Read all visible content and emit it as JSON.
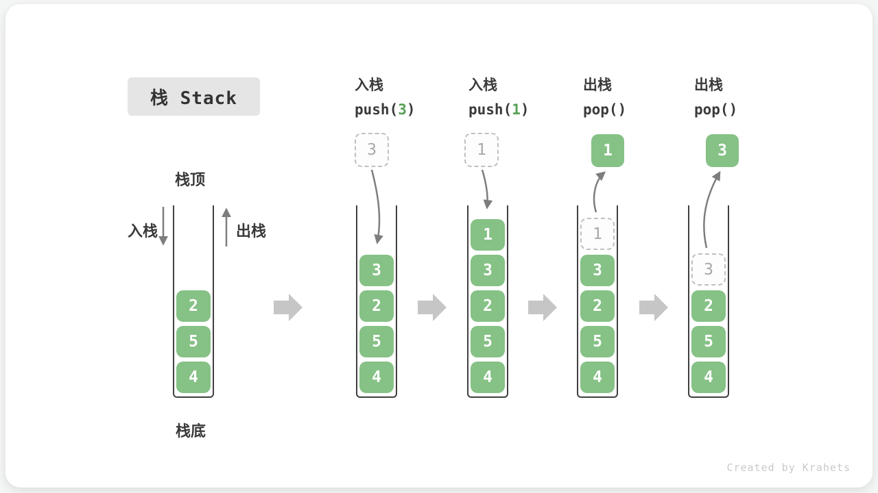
{
  "title": {
    "label": "栈 Stack"
  },
  "labels": {
    "stack_top": "栈顶",
    "stack_bottom": "栈底",
    "push": "入栈",
    "pop": "出栈"
  },
  "credit": "Created by Krahets",
  "colors": {
    "cell_green": "#86c186",
    "code_num_green": "#55a055",
    "arrow_gray": "#7d7d7d",
    "step_arrow_gray": "#c6c6c6"
  },
  "columns": [
    {
      "id": "initial",
      "cells": [
        {
          "v": "2"
        },
        {
          "v": "5"
        },
        {
          "v": "4"
        }
      ]
    },
    {
      "id": "push-3",
      "op": {
        "label": "入栈",
        "code_pre": "push(",
        "code_num": "3",
        "code_post": ")"
      },
      "float": {
        "v": "3"
      },
      "cells": [
        {
          "v": "3"
        },
        {
          "v": "2"
        },
        {
          "v": "5"
        },
        {
          "v": "4"
        }
      ]
    },
    {
      "id": "push-1",
      "op": {
        "label": "入栈",
        "code_pre": "push(",
        "code_num": "1",
        "code_post": ")"
      },
      "float": {
        "v": "1"
      },
      "cells": [
        {
          "v": "1"
        },
        {
          "v": "3"
        },
        {
          "v": "2"
        },
        {
          "v": "5"
        },
        {
          "v": "4"
        }
      ]
    },
    {
      "id": "pop-1",
      "op": {
        "label": "出栈",
        "code_pre": "pop(",
        "code_num": "",
        "code_post": ")"
      },
      "float": {
        "v": "1"
      },
      "ghost": {
        "v": "1"
      },
      "cells": [
        {
          "v": "3"
        },
        {
          "v": "2"
        },
        {
          "v": "5"
        },
        {
          "v": "4"
        }
      ]
    },
    {
      "id": "pop-3",
      "op": {
        "label": "出栈",
        "code_pre": "pop(",
        "code_num": "",
        "code_post": ")"
      },
      "float": {
        "v": "3"
      },
      "ghost": {
        "v": "3"
      },
      "cells": [
        {
          "v": "2"
        },
        {
          "v": "5"
        },
        {
          "v": "4"
        }
      ]
    }
  ]
}
